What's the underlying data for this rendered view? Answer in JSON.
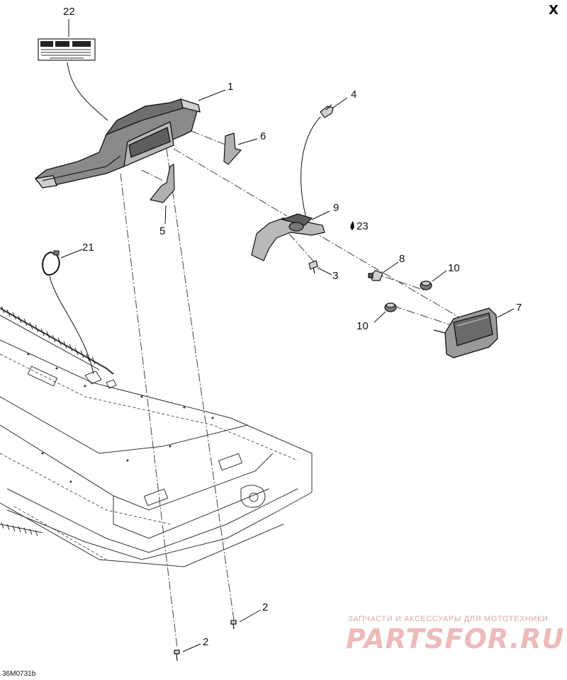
{
  "window": {
    "close_label": "X"
  },
  "diagram_code": "36M0731b",
  "callouts": {
    "c22": "22",
    "c1": "1",
    "c6": "6",
    "c5": "5",
    "c4": "4",
    "c9": "9",
    "c23": "23",
    "c21": "21",
    "c8": "8",
    "c3": "3",
    "c10a": "10",
    "c10b": "10",
    "c7": "7",
    "c2a": "2",
    "c2b": "2"
  },
  "watermark": {
    "caption": "ЗАПЧАСТИ И АКСЕССУАРЫ ДЛЯ МОТОТЕХНИКИ",
    "logo": "PARTSFOR.RU",
    "color": "#e9aaaa"
  },
  "icons": {
    "lubricant": "droplet-icon"
  }
}
